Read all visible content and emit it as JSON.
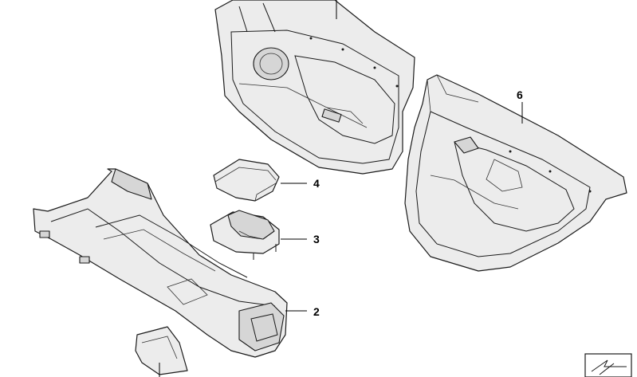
{
  "callouts": {
    "armrest_cover": "4",
    "armrest_pad": "3",
    "center_console": "2",
    "rear_door_trim": "6"
  },
  "colors": {
    "line": "#1a1a1a",
    "fill": "#ececec",
    "background": "#ffffff"
  }
}
